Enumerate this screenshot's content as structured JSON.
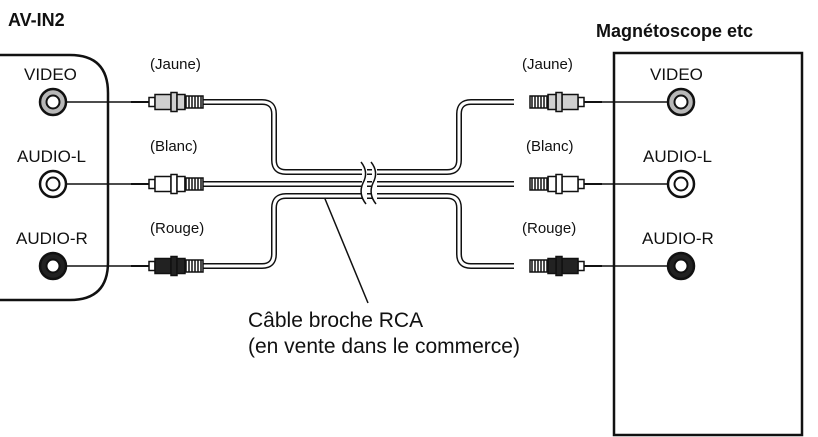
{
  "left_device": {
    "title": "AV-IN2",
    "ports": [
      {
        "label": "VIDEO",
        "jack_fill": "#b8b8b8"
      },
      {
        "label": "AUDIO-L",
        "jack_fill": "#ffffff"
      },
      {
        "label": "AUDIO-R",
        "jack_fill": "#222222"
      }
    ]
  },
  "right_device": {
    "title": "Magnétoscope etc",
    "ports": [
      {
        "label": "VIDEO",
        "jack_fill": "#b8b8b8"
      },
      {
        "label": "AUDIO-L",
        "jack_fill": "#ffffff"
      },
      {
        "label": "AUDIO-R",
        "jack_fill": "#222222"
      }
    ]
  },
  "cables": [
    {
      "color_name": "(Jaune)",
      "plug_fill": "#d0d0d0"
    },
    {
      "color_name": "(Blanc)",
      "plug_fill": "#ffffff"
    },
    {
      "color_name": "(Rouge)",
      "plug_fill": "#222222"
    }
  ],
  "caption": {
    "line1": "Câble broche RCA",
    "line2": "(en vente dans le commerce)"
  }
}
